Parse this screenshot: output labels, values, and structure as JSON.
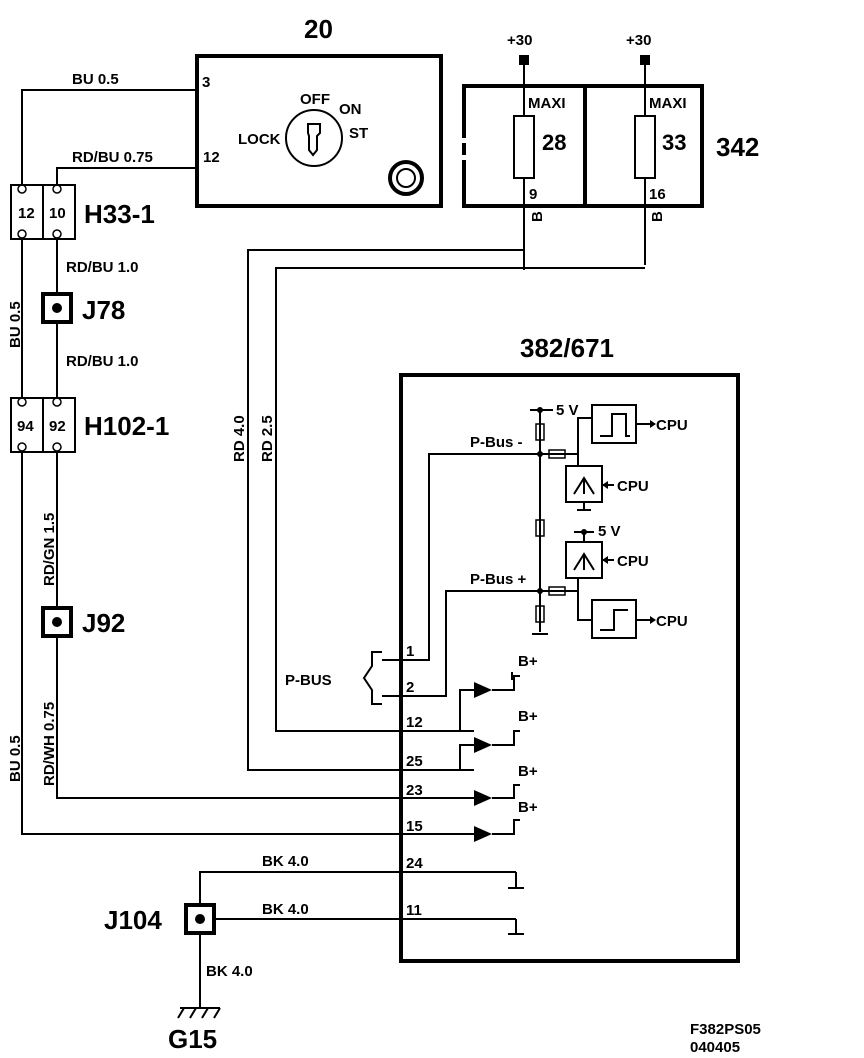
{
  "components": {
    "ignition_switch": {
      "id": "20",
      "positions": [
        "OFF",
        "ON",
        "LOCK",
        "ST"
      ],
      "pins": [
        "3",
        "12"
      ]
    },
    "fuse_box": {
      "id": "342",
      "supply": [
        "+30",
        "+30"
      ],
      "fuses": [
        {
          "type": "MAXI",
          "number": "28",
          "pin": "9"
        },
        {
          "type": "MAXI",
          "number": "33",
          "pin": "16"
        }
      ]
    },
    "control_module": {
      "id": "382/671"
    },
    "connectors": {
      "h33": {
        "name": "H33-1",
        "pins": [
          "12",
          "10"
        ]
      },
      "h102": {
        "name": "H102-1",
        "pins": [
          "94",
          "92"
        ]
      }
    },
    "joints": {
      "j78": "J78",
      "j92": "J92",
      "j104": "J104"
    },
    "ground": "G15"
  },
  "wires": {
    "bu_05_top": "BU 0.5",
    "rdbu_075": "RD/BU 0.75",
    "rdbu_10_a": "RD/BU 1.0",
    "rdbu_10_b": "RD/BU 1.0",
    "bu_05_vert_a": "BU 0.5",
    "rdgn_15": "RD/GN 1.5",
    "rdwh_075": "RD/WH 0.75",
    "bu_05_vert_b": "BU 0.5",
    "rd_40": "RD 4.0",
    "rd_25": "RD 2.5",
    "b_9": "B",
    "b_16": "B",
    "bk_40_a": "BK 4.0",
    "bk_40_b": "BK 4.0",
    "bk_40_c": "BK 4.0"
  },
  "module_internals": {
    "v5_a": "5 V",
    "v5_b": "5 V",
    "cpu_1": "CPU",
    "cpu_2": "CPU",
    "cpu_3": "CPU",
    "cpu_4": "CPU",
    "pbus_minus": "P-Bus -",
    "pbus_plus": "P-Bus +",
    "bplus_1": "B+",
    "bplus_2": "B+",
    "bplus_3": "B+",
    "bplus_4": "B+",
    "pbus_bracket": "P-BUS",
    "pins": [
      "1",
      "2",
      "12",
      "25",
      "23",
      "15",
      "24",
      "11"
    ]
  },
  "footer": {
    "code": "F382PS05",
    "date": "040405"
  }
}
